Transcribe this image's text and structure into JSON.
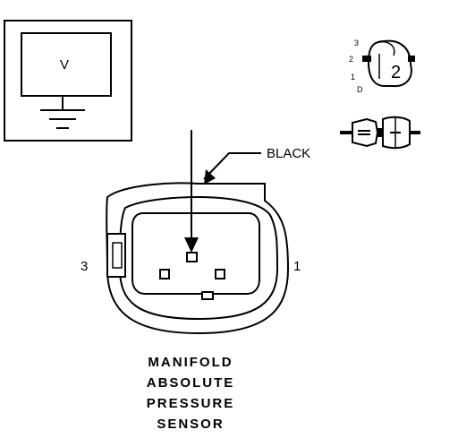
{
  "meter": {
    "symbol": "V"
  },
  "connector_key": {
    "marks": [
      "3",
      "2",
      "1",
      "D"
    ],
    "number": "2"
  },
  "wire_label": "BLACK",
  "pins": {
    "left": "3",
    "right": "1"
  },
  "caption": [
    "MANIFOLD",
    "ABSOLUTE",
    "PRESSURE",
    "SENSOR"
  ],
  "colors": {
    "line": "#000000",
    "background": "#ffffff"
  }
}
